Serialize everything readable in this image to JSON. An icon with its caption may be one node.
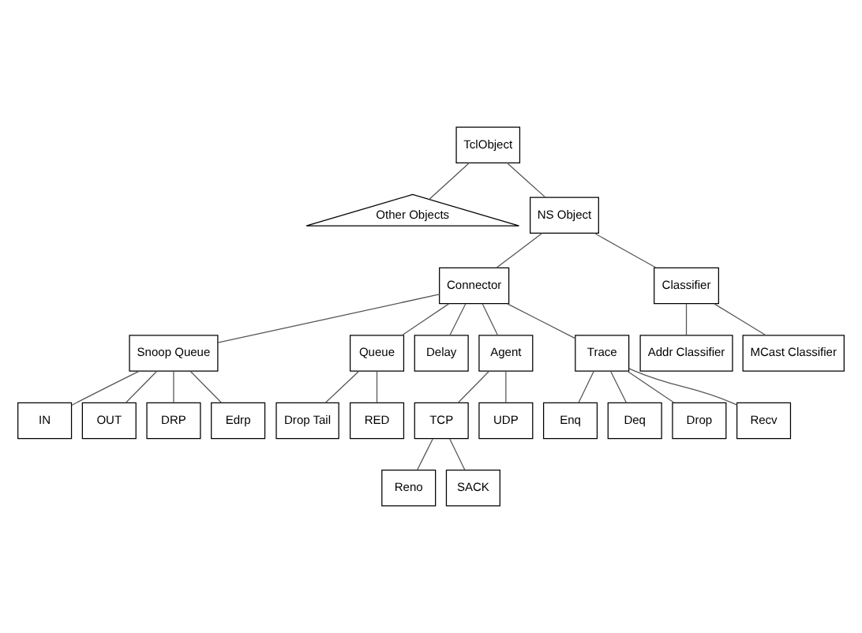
{
  "diagram": {
    "nodes": [
      {
        "text": [
          "TclObject"
        ]
      },
      {
        "text": [
          "Other Objects"
        ]
      },
      {
        "text": [
          "NS Object"
        ]
      },
      {
        "text": [
          "Connector"
        ]
      },
      {
        "text": [
          "Classifier"
        ]
      },
      {
        "text": [
          "Snoop Queue"
        ]
      },
      {
        "text": [
          "Queue"
        ]
      },
      {
        "text": [
          "Delay"
        ]
      },
      {
        "text": [
          "Agent"
        ]
      },
      {
        "text": [
          "Trace"
        ]
      },
      {
        "text": [
          "Addr Classifier"
        ]
      },
      {
        "text": [
          "MCast Classifier"
        ]
      },
      {
        "text": [
          "IN"
        ]
      },
      {
        "text": [
          "OUT"
        ]
      },
      {
        "text": [
          "DRP"
        ]
      },
      {
        "text": [
          "Edrp"
        ]
      },
      {
        "text": [
          "Drop Tail"
        ]
      },
      {
        "text": [
          "RED"
        ]
      },
      {
        "text": [
          "TCP"
        ]
      },
      {
        "text": [
          "UDP"
        ]
      },
      {
        "text": [
          "Enq"
        ]
      },
      {
        "text": [
          "Deq"
        ]
      },
      {
        "text": [
          "Drop"
        ]
      },
      {
        "text": [
          "Recv"
        ]
      },
      {
        "text": [
          "Reno"
        ]
      },
      {
        "text": [
          "SACK"
        ]
      }
    ],
    "edges": [
      {
        "from": 0,
        "to": 1,
        "arrow": "none"
      },
      {
        "from": 0,
        "to": 2,
        "arrow": "none"
      },
      {
        "from": 2,
        "to": 3,
        "arrow": "none"
      },
      {
        "from": 2,
        "to": 4,
        "arrow": "none"
      },
      {
        "from": 3,
        "to": 5,
        "arrow": "none"
      },
      {
        "from": 3,
        "to": 6,
        "arrow": "none"
      },
      {
        "from": 3,
        "to": 7,
        "arrow": "none"
      },
      {
        "from": 3,
        "to": 8,
        "arrow": "none"
      },
      {
        "from": 3,
        "to": 9,
        "arrow": "none"
      },
      {
        "from": 4,
        "to": 10,
        "arrow": "none"
      },
      {
        "from": 4,
        "to": 11,
        "arrow": "none"
      },
      {
        "from": 5,
        "to": 12,
        "arrow": "none"
      },
      {
        "from": 5,
        "to": 13,
        "arrow": "none"
      },
      {
        "from": 5,
        "to": 14,
        "arrow": "none"
      },
      {
        "from": 5,
        "to": 15,
        "arrow": "none"
      },
      {
        "from": 6,
        "to": 16,
        "arrow": "none"
      },
      {
        "from": 6,
        "to": 17,
        "arrow": "none"
      },
      {
        "from": 8,
        "to": 18,
        "arrow": "none"
      },
      {
        "from": 8,
        "to": 19,
        "arrow": "none"
      },
      {
        "from": 9,
        "to": 20,
        "arrow": "none"
      },
      {
        "from": 9,
        "to": 21,
        "arrow": "none"
      },
      {
        "from": 9,
        "to": 22,
        "arrow": "none"
      },
      {
        "from": 9,
        "to": 23,
        "arrow": "none"
      },
      {
        "from": 18,
        "to": 24,
        "arrow": "none"
      },
      {
        "from": 18,
        "to": 25,
        "arrow": "none"
      }
    ]
  }
}
